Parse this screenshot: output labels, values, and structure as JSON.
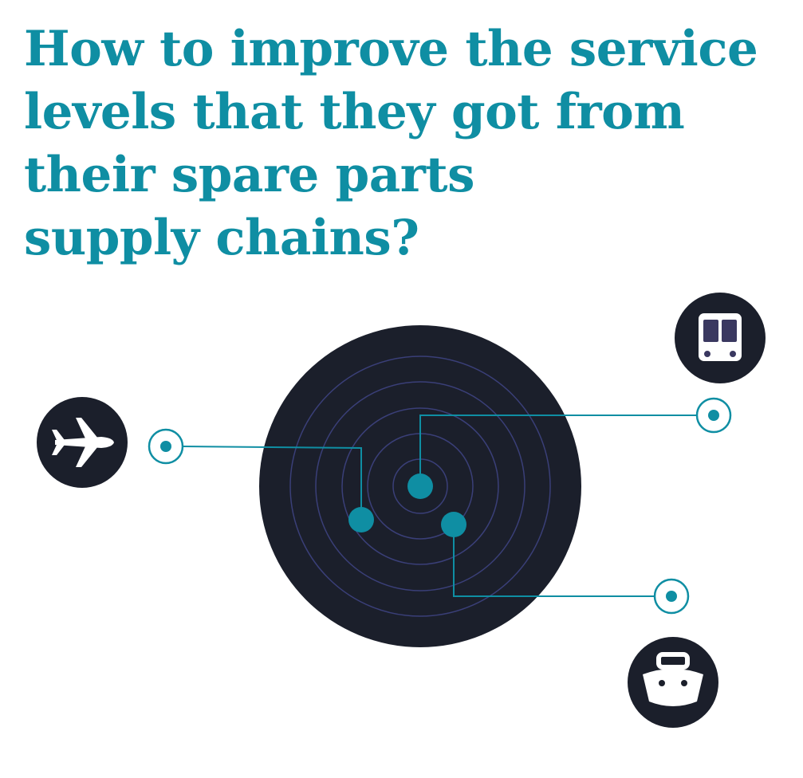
{
  "headline": {
    "lines": [
      "How to improve the service",
      "levels that they got from",
      "their spare parts",
      "supply chains?"
    ]
  },
  "diagram": {
    "transport_modes": [
      "airplane",
      "bus",
      "ship"
    ]
  },
  "colors": {
    "teal": "#0f8ea3",
    "navy": "#1b1f2b",
    "ring": "#3a3f78",
    "white": "#ffffff",
    "bus_body": "#3a3860"
  }
}
